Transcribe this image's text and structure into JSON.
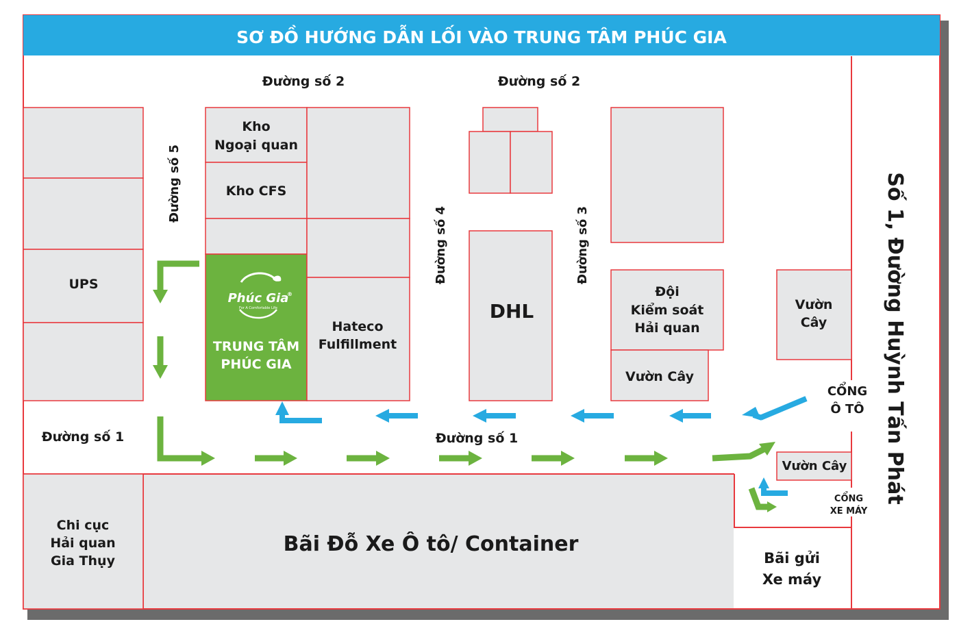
{
  "title": "SƠ ĐỒ HƯỚNG DẪN LỐI VÀO TRUNG TÂM PHÚC GIA",
  "colors": {
    "title_bar": "#27aae1",
    "title_text": "#ffffff",
    "building_fill": "#e6e7e8",
    "building_border": "#e8383d",
    "highlight": "#6cb33f",
    "car_route_arrow": "#27aae1",
    "walking_route_arrow": "#6cb33f"
  },
  "roads": {
    "duong_so_2_left": "Đường số 2",
    "duong_so_2_right": "Đường số 2",
    "duong_so_5": "Đường số 5",
    "duong_so_4": "Đường số 4",
    "duong_so_3": "Đường số 3",
    "duong_so_1_left": "Đường số 1",
    "duong_so_1_center": "Đường số 1",
    "main_street": "Số 1, Đường Huỳnh Tấn Phát"
  },
  "buildings": {
    "kho_ngoai_quan": [
      "Kho",
      "Ngoại quan"
    ],
    "kho_cfs": "Kho CFS",
    "ups": "UPS",
    "hateco": [
      "Hateco",
      "Fulfillment"
    ],
    "dhl": "DHL",
    "doi_kiem_soat": [
      "Đội",
      "Kiểm soát",
      "Hải quan"
    ],
    "vuon_cay_center": "Vườn Cây",
    "vuon_cay_right": [
      "Vườn",
      "Cây"
    ],
    "vuon_cay_small": "Vườn Cây",
    "chi_cuc": [
      "Chi cục",
      "Hải quan",
      "Gia Thụy"
    ],
    "parking": "Bãi Đỗ Xe Ô tô/ Container",
    "bike_parking": [
      "Bãi gửi",
      "Xe máy"
    ]
  },
  "highlight": {
    "logo": "Phúc Gia",
    "logo_reg": "®",
    "logo_tagline": "For A Comfortable Life",
    "name": [
      "TRUNG TÂM",
      "PHÚC GIA"
    ]
  },
  "gates": {
    "car_gate": [
      "CỔNG",
      "Ô TÔ"
    ],
    "bike_gate": [
      "CỔNG",
      "XE MÁY"
    ]
  }
}
